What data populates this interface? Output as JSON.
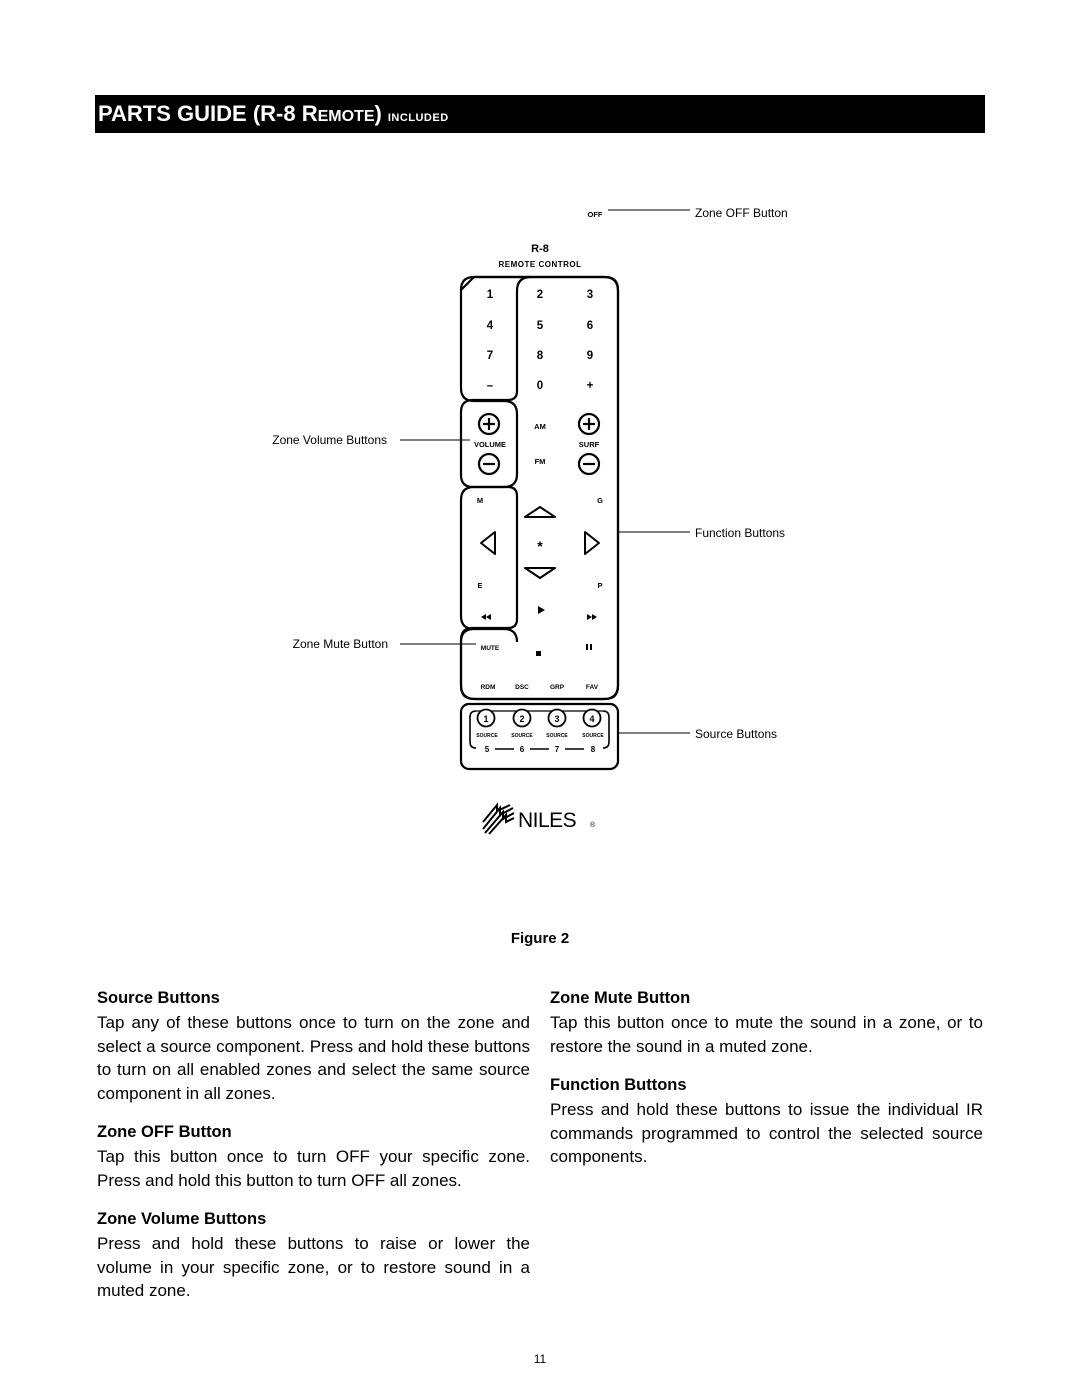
{
  "header": {
    "title_main": "PARTS GUIDE (R-8 R",
    "title_smallcaps": "EMOTE",
    "title_close": ")",
    "title_tiny": "INCLUDED"
  },
  "figure": {
    "callouts": {
      "zone_off": "Zone OFF Button",
      "zone_volume": "Zone Volume Buttons",
      "function": "Function Buttons",
      "zone_mute": "Zone Mute Button",
      "source": "Source Buttons"
    },
    "remote": {
      "off_label": "OFF",
      "model": "R-8",
      "subtitle": "REMOTE CONTROL",
      "keypad_row1": [
        "1",
        "2",
        "3"
      ],
      "keypad_row2": [
        "4",
        "5",
        "6"
      ],
      "keypad_row3": [
        "7",
        "8",
        "9"
      ],
      "keypad_row4": [
        "–",
        "0",
        "+"
      ],
      "am": "AM",
      "fm": "FM",
      "volume": "VOLUME",
      "surf": "SURF",
      "m": "M",
      "g": "G",
      "e": "E",
      "p": "P",
      "star": "*",
      "mute": "MUTE",
      "bottom_row": [
        "RDM",
        "DSC",
        "GRP",
        "FAV"
      ],
      "source_top": [
        "1",
        "2",
        "3",
        "4"
      ],
      "source_word": "SOURCE",
      "source_bottom": [
        "5",
        "6",
        "7",
        "8"
      ]
    },
    "logo_text": "NILES",
    "logo_mark": "®",
    "caption": "Figure 2"
  },
  "sections_left": [
    {
      "title": "Source Buttons",
      "body": "Tap any of these buttons once to turn on the zone and select a source component. Press and hold these buttons to turn on all enabled zones and select the same source component in all zones."
    },
    {
      "title": "Zone OFF Button",
      "body": "Tap this button once to turn OFF your specific zone. Press and hold this button to turn OFF all zones."
    },
    {
      "title": "Zone Volume Buttons",
      "body": "Press and hold these buttons to raise or lower the volume in your specific zone, or to restore sound in a muted zone."
    }
  ],
  "sections_right": [
    {
      "title": "Zone Mute Button",
      "body": "Tap this button once to mute the sound in a zone, or to restore the sound in a muted zone."
    },
    {
      "title": "Function Buttons",
      "body": "Press and hold these buttons to issue the individual IR commands programmed to control the selected source components."
    }
  ],
  "page_number": "11"
}
